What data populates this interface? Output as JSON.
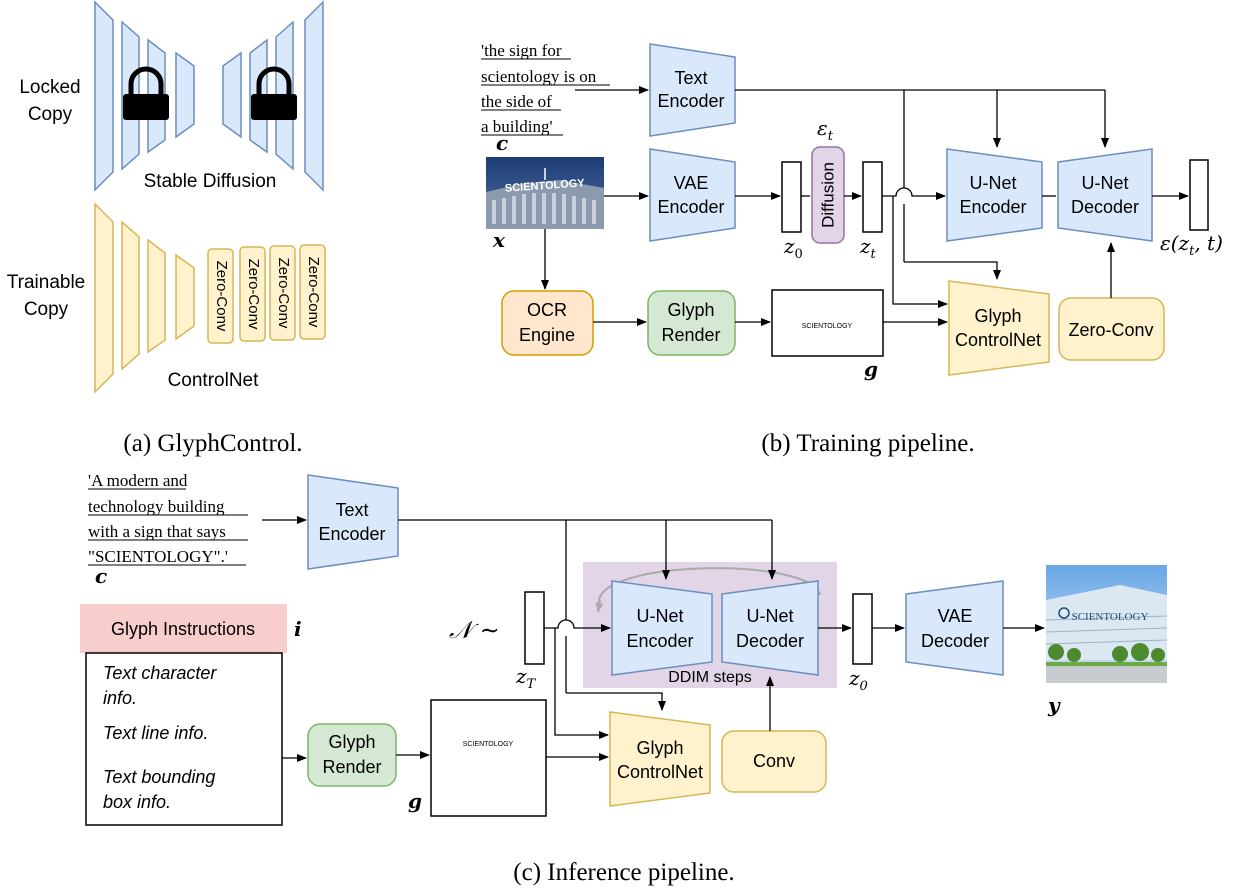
{
  "panel_a": {
    "caption": "(a) GlyphControl.",
    "locked_label_1": "Locked",
    "locked_label_2": "Copy",
    "trainable_label_1": "Trainable",
    "trainable_label_2": "Copy",
    "stable_diffusion": "Stable Diffusion",
    "controlnet": "ControlNet",
    "zero_conv": "Zero-Conv"
  },
  "panel_b": {
    "caption": "(b) Training pipeline.",
    "prompt_lines": [
      "'the sign for",
      "scientology is on",
      "the side of",
      "a building'"
    ],
    "c_label": "c",
    "x_label": "x",
    "text_encoder": [
      "Text",
      "Encoder"
    ],
    "vae_encoder": [
      "VAE",
      "Encoder"
    ],
    "z0": "z",
    "z0_sub": "0",
    "diffusion": "Diffusion",
    "eps_t": "ε",
    "eps_t_sub": "t",
    "zt": "z",
    "zt_sub": "t",
    "unet_encoder": [
      "U-Net",
      "Encoder"
    ],
    "unet_decoder": [
      "U-Net",
      "Decoder"
    ],
    "output": "ε(z",
    "output_sub": "t",
    "output_tail": ", t)",
    "ocr_engine": [
      "OCR",
      "Engine"
    ],
    "glyph_render": [
      "Glyph",
      "Render"
    ],
    "glyph_image_text": "SCIENTOLOGY",
    "g_label": "g",
    "glyph_controlnet": [
      "Glyph",
      "ControlNet"
    ],
    "zero_conv": "Zero-Conv",
    "photo_sign": "SCIENTOLOGY"
  },
  "panel_c": {
    "caption": "(c) Inference pipeline.",
    "prompt_lines": [
      "'A modern and",
      "technology  building",
      "with a sign that says",
      "\"SCIENTOLOGY\".'"
    ],
    "c_label": "c",
    "text_encoder": [
      "Text",
      "Encoder"
    ],
    "glyph_instructions": "Glyph Instructions",
    "i_label": "i",
    "instructions": [
      "Text character",
      "info.",
      "Text line info.",
      "Text bounding",
      "box info."
    ],
    "noise": "𝒩 ∼",
    "zT": "z",
    "zT_sub": "T",
    "unet_encoder": [
      "U-Net",
      "Encoder"
    ],
    "unet_decoder": [
      "U-Net",
      "Decoder"
    ],
    "ddim": "DDIM steps",
    "z0": "z",
    "z0_sub": "0",
    "vae_decoder": [
      "VAE",
      "Decoder"
    ],
    "y_label": "y",
    "glyph_render": [
      "Glyph",
      "Render"
    ],
    "glyph_image_text": "SCIENTOLOGY",
    "g_label": "g",
    "glyph_controlnet": [
      "Glyph",
      "ControlNet"
    ],
    "conv": "Conv",
    "photo_sign": "SCIENTOLOGY"
  },
  "colors": {
    "blue_fill": "#dae8fc",
    "blue_stroke": "#6c8ebf",
    "yellow_fill": "#fff2cc",
    "yellow_stroke": "#d6b656",
    "orange_fill": "#ffe6cc",
    "orange_stroke": "#d79b00",
    "green_fill": "#d5e8d4",
    "green_stroke": "#82b366",
    "purple_fill": "#e1d5e7",
    "purple_stroke": "#9673a6",
    "pink_fill": "#f8cecc"
  }
}
